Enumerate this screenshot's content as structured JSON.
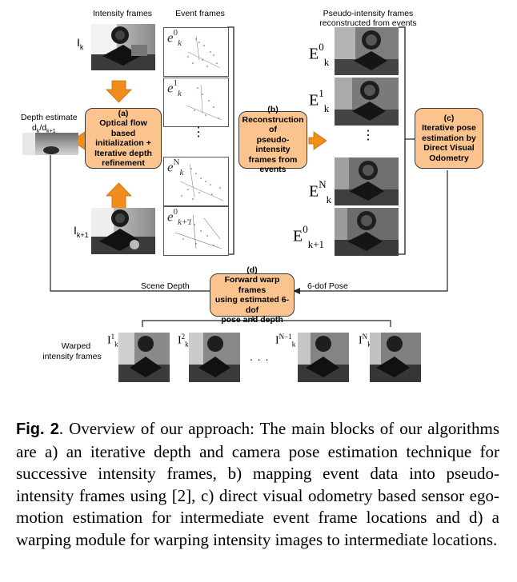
{
  "labels": {
    "intensity_frames": "Intensity frames",
    "event_frames": "Event frames",
    "pseudo_frames_line1": "Pseudo-intensity frames",
    "pseudo_frames_line2": "reconstructed from events",
    "depth_estimate_line1": "Depth estimate",
    "depth_estimate_line2": "d",
    "scene_depth": "Scene Depth",
    "six_dof_pose": "6-dof Pose",
    "warped_line1": "Warped",
    "warped_line2": "intensity frames",
    "vdots": "⋮",
    "hdots": ". . ."
  },
  "blocks": {
    "a": {
      "tag": "(a)",
      "lines": [
        "Optical flow based",
        "initialization +",
        "Iterative depth",
        "refinement"
      ]
    },
    "b": {
      "tag": "(b)",
      "lines": [
        "Reconstruction of",
        "pseudo-intensity",
        "frames from",
        "events"
      ]
    },
    "c": {
      "tag": "(c)",
      "lines": [
        "Iterative pose",
        "estimation by",
        "Direct Visual",
        "Odometry"
      ]
    },
    "d": {
      "tag": "(d)",
      "lines": [
        "Forward warp frames",
        "using estimated 6-dof",
        "pose and depth"
      ]
    }
  },
  "intensity": {
    "top": {
      "base": "I",
      "sub": "k"
    },
    "bottom": {
      "base": "I",
      "sub": "k+1"
    }
  },
  "events": [
    {
      "base": "e",
      "sup": "0",
      "sub": "k"
    },
    {
      "base": "e",
      "sup": "1",
      "sub": "k"
    },
    {
      "base": "e",
      "sup": "N",
      "sub": "k"
    },
    {
      "base": "e",
      "sup": "0",
      "sub": "k+1"
    }
  ],
  "pseudo": [
    {
      "base": "E",
      "sup": "0",
      "sub": "k"
    },
    {
      "base": "E",
      "sup": "1",
      "sub": "k"
    },
    {
      "base": "E",
      "sup": "N",
      "sub": "k"
    },
    {
      "base": "E",
      "sup": "0",
      "sub": "k+1"
    }
  ],
  "warped": [
    {
      "base": "I",
      "sup": "1",
      "sub": "k"
    },
    {
      "base": "I",
      "sup": "2",
      "sub": "k"
    },
    {
      "base": "I",
      "sup": "N−1",
      "sub": "k"
    },
    {
      "base": "I",
      "sup": "N",
      "sub": "k"
    }
  ],
  "depth_subscripts": {
    "a": "k",
    "sep": "/d",
    "b": "k+1"
  },
  "caption": {
    "bold": "Fig. 2",
    "text": ". Overview of our approach: The main blocks of our algorithms are a) an iterative depth and camera pose estimation technique for successive intensity frames, b) mapping event data into pseudo-intensity frames using [2], c) direct visual odometry based sensor ego-motion estimation for intermediate event frame locations and d) a warping module for warping intensity images to intermediate locations."
  },
  "colors": {
    "block_fill": "#fbc48f",
    "arrow_orange": "#f28c1a",
    "event_red": "#c0392b"
  }
}
